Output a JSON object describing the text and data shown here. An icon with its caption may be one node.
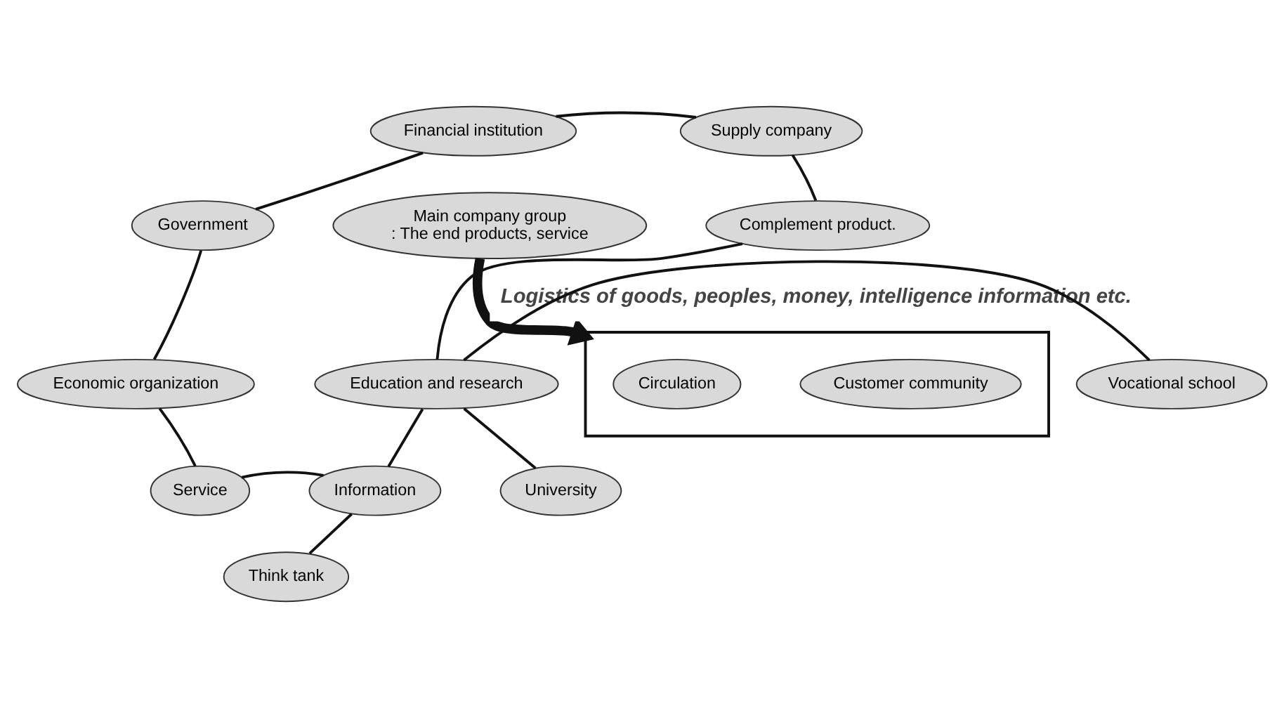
{
  "diagram": {
    "nodes": [
      {
        "text": [
          "Financial institution"
        ]
      },
      {
        "text": [
          "Supply company"
        ]
      },
      {
        "text": [
          "Complement product."
        ]
      },
      {
        "text": [
          "Government"
        ]
      },
      {
        "text": [
          "Main company group",
          ": The end products, service"
        ]
      },
      {
        "text": [
          "Education and research"
        ]
      },
      {
        "text": [
          "Vocational school"
        ]
      },
      {
        "text": [
          "Economic organization"
        ]
      },
      {
        "text": [
          "University"
        ]
      },
      {
        "text": [
          "Service"
        ]
      },
      {
        "text": [
          "Information"
        ]
      },
      {
        "text": [
          "Think tank"
        ]
      },
      {
        "text": [],
        "shape": "box"
      },
      {
        "text": [
          "Circulation"
        ],
        "in": 12
      },
      {
        "text": [
          "Customer community"
        ],
        "in": 12
      }
    ],
    "edges": [
      {
        "from": 0,
        "to": 1,
        "arrow": "none"
      },
      {
        "from": 1,
        "to": 2,
        "arrow": "none"
      },
      {
        "from": 2,
        "to": 5,
        "arrow": "none"
      },
      {
        "from": 5,
        "to": 10,
        "arrow": "none"
      },
      {
        "from": 10,
        "to": 9,
        "arrow": "none"
      },
      {
        "from": 9,
        "to": 7,
        "arrow": "none"
      },
      {
        "from": 7,
        "to": 3,
        "arrow": "none"
      },
      {
        "from": 3,
        "to": 0,
        "arrow": "none"
      },
      {
        "from": 5,
        "to": 6,
        "arrow": "none"
      },
      {
        "from": 5,
        "to": 8,
        "arrow": "none"
      },
      {
        "from": 10,
        "to": 11,
        "arrow": "none"
      },
      {
        "from": 4,
        "to": 12,
        "arrow": "to",
        "style": "thick",
        "label": "Logistics of goods, peoples, money, intelligence information etc."
      }
    ]
  }
}
